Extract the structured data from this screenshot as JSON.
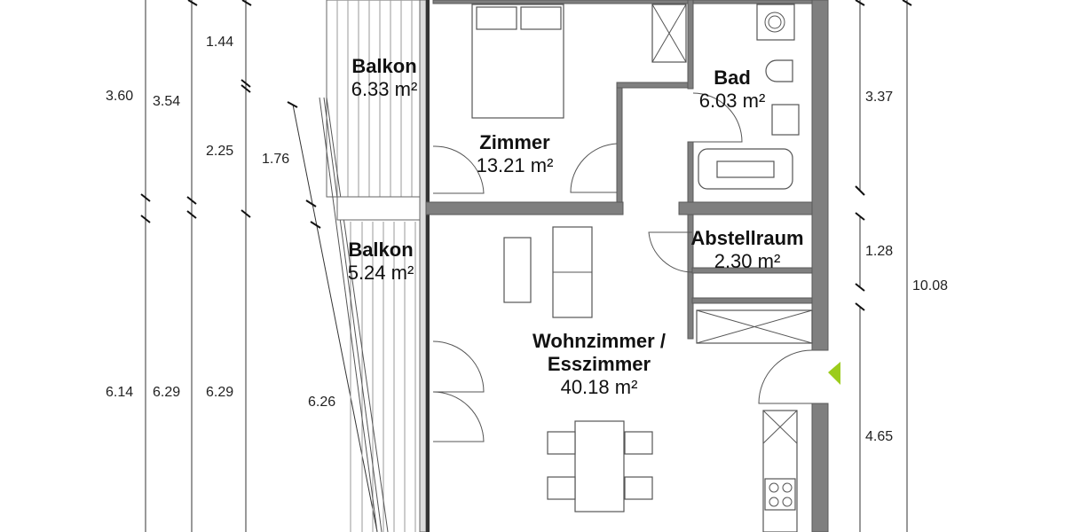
{
  "rooms": {
    "balkon_top": {
      "name": "Balkon",
      "area": "6.33 m²"
    },
    "zimmer": {
      "name": "Zimmer",
      "area": "13.21 m²"
    },
    "bad": {
      "name": "Bad",
      "area": "6.03 m²"
    },
    "balkon_bottom": {
      "name": "Balkon",
      "area": "5.24 m²"
    },
    "abstellraum": {
      "name": "Abstellraum",
      "area": "2.30 m²"
    },
    "wohnzimmer": {
      "name": "Wohnzimmer /",
      "name2": "Esszimmer",
      "area": "40.18 m²"
    }
  },
  "dimensions": {
    "left": [
      "3.60",
      "3.54",
      "1.44",
      "2.25",
      "1.76",
      "6.14",
      "6.29",
      "6.29",
      "6.26"
    ],
    "right": [
      "3.37",
      "1.28",
      "10.08",
      "4.65"
    ]
  },
  "colors": {
    "wall": "#7f7f7f",
    "entrance_marker": "#9ccc1c"
  },
  "icons": {
    "entrance": "entrance-arrow-icon"
  }
}
